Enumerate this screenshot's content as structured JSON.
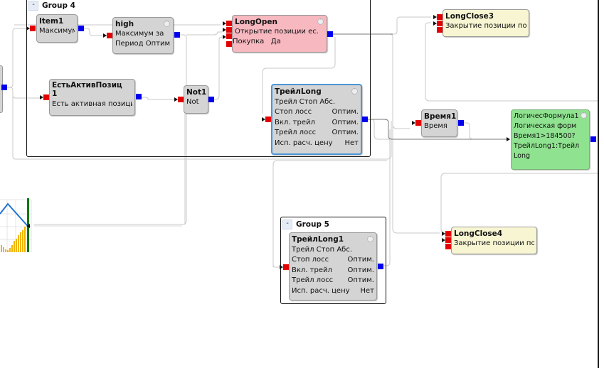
{
  "groups": [
    {
      "id": "group4",
      "title": "Group 4",
      "collapse_label": "-"
    },
    {
      "id": "group5",
      "title": "Group 5",
      "collapse_label": "-"
    }
  ],
  "nodes": {
    "item1": {
      "title": "Item1",
      "lines": [
        "Максимум"
      ]
    },
    "high": {
      "title": "high",
      "lines": [
        "Максимум за",
        "Период Оптим."
      ]
    },
    "longopen": {
      "title": "LongOpen",
      "lines": [
        "Открытие позиции ес."
      ],
      "param": {
        "label": "Покупка",
        "value": "Да"
      }
    },
    "est_activ": {
      "title": "ЕстьАктивПозиц",
      "title2": "1",
      "lines": [
        "Есть активная позици"
      ]
    },
    "not1": {
      "title": "Not1",
      "lines": [
        "Not"
      ]
    },
    "traillong": {
      "title": "ТрейлLong",
      "subtitle": "Трейл Стоп Абс.",
      "params": [
        {
          "label": "Стоп лосс",
          "value": "Оптим."
        },
        {
          "label": "Вкл. трейл",
          "value": "Оптим."
        },
        {
          "label": "Трейл лосс",
          "value": "Оптим."
        },
        {
          "label": "Исп. расч. цену",
          "value": "Нет"
        }
      ]
    },
    "traillong1": {
      "title": "ТрейлLong1",
      "subtitle": "Трейл Стоп Абс.",
      "params": [
        {
          "label": "Стоп лосс",
          "value": "Оптим."
        },
        {
          "label": "Вкл. трейл",
          "value": "Оптим."
        },
        {
          "label": "Трейл лосс",
          "value": "Оптим."
        },
        {
          "label": "Исп. расч. цену",
          "value": "Нет"
        }
      ]
    },
    "longclose3": {
      "title": "LongClose3",
      "lines": [
        "Закрытие позиции по"
      ]
    },
    "longclose4": {
      "title": "LongClose4",
      "lines": [
        "Закрытие позиции по"
      ]
    },
    "vremya1": {
      "title": "Время1",
      "lines": [
        "Время"
      ]
    },
    "logic": {
      "title": "ЛогичесФормула1",
      "lines": [
        "Логическая форм",
        "Время1>184500?",
        "ТрейлLong1:Трейл",
        "Long"
      ]
    }
  },
  "colors": {
    "input_port": "#e30000",
    "output_port": "#0000ee",
    "node_default": "#d4d4d4",
    "node_open": "#f7b8c0",
    "node_close": "#f7f5d2",
    "node_formula": "#8fe28f",
    "selected_border": "#4b96d6",
    "wire": "#c8c8c8"
  }
}
